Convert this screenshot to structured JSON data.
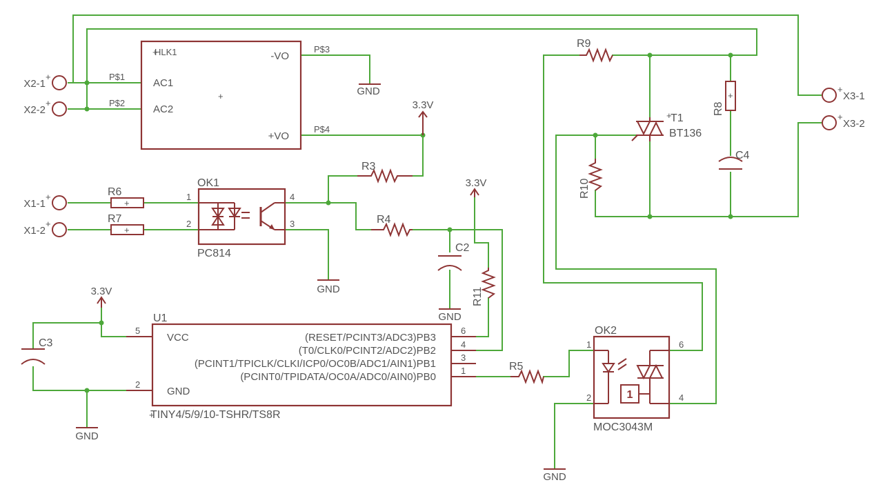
{
  "nets": {
    "gnd": "GND",
    "supply": "3.3V"
  },
  "connectors": {
    "x2_1": "X2-1",
    "x2_2": "X2-2",
    "x1_1": "X1-1",
    "x1_2": "X1-2",
    "x3_1": "X3-1",
    "x3_2": "X3-2"
  },
  "psu": {
    "name": "HLK1",
    "pins": {
      "ac1": "AC1",
      "ac2": "AC2",
      "vo_neg": "-VO",
      "vo_pos": "+VO"
    },
    "pads": {
      "p1": "P$1",
      "p2": "P$2",
      "p3": "P$3",
      "p4": "P$4"
    }
  },
  "ok1": {
    "ref": "OK1",
    "value": "PC814",
    "pins": [
      "1",
      "2",
      "3",
      "4"
    ]
  },
  "ok2": {
    "ref": "OK2",
    "value": "MOC3043M",
    "pins": [
      "1",
      "2",
      "4",
      "6"
    ],
    "zc_symbol": "1"
  },
  "u1": {
    "ref": "U1",
    "value": "TINY4/5/9/10-TSHR/TS8R",
    "left_pins": [
      {
        "num": "5",
        "name": "VCC"
      },
      {
        "num": "2",
        "name": "GND"
      }
    ],
    "right_pins": [
      {
        "num": "6",
        "name": "(RESET/PCINT3/ADC3)PB3"
      },
      {
        "num": "4",
        "name": "(T0/CLK0/PCINT2/ADC2)PB2"
      },
      {
        "num": "3",
        "name": "(PCINT1/TPICLK/CLKI/ICP0/OC0B/ADC1/AIN1)PB1"
      },
      {
        "num": "1",
        "name": "(PCINT0/TPIDATA/OC0A/ADC0/AIN0)PB0"
      }
    ]
  },
  "resistors": {
    "r3": "R3",
    "r4": "R4",
    "r5": "R5",
    "r6": "R6",
    "r7": "R7",
    "r8": "R8",
    "r9": "R9",
    "r10": "R10",
    "r11": "R11"
  },
  "capacitors": {
    "c2": "C2",
    "c3": "C3",
    "c4": "C4"
  },
  "triac": {
    "ref": "T1",
    "value": "BT136"
  }
}
